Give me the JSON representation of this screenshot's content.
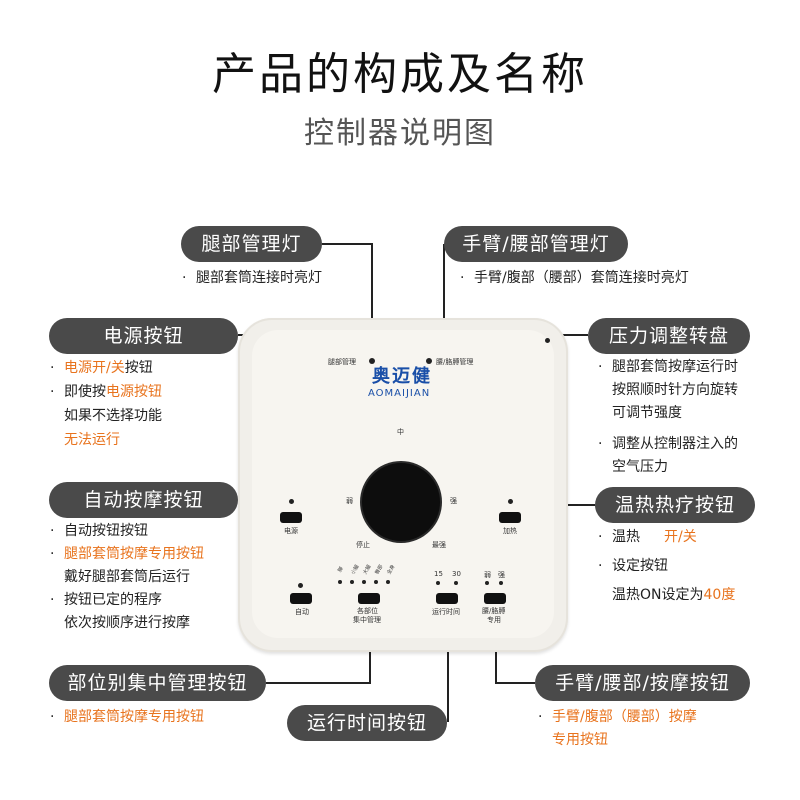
{
  "header": {
    "title": "产品的构成及名称",
    "subtitle": "控制器说明图"
  },
  "labels": {
    "leg_light": "腿部管理灯",
    "arm_light": "手臂/腰部管理灯",
    "power": "电源按钮",
    "pressure": "压力调整转盘",
    "auto": "自动按摩按钮",
    "heat": "温热热疗按钮",
    "zone": "部位别集中管理按钮",
    "arm_massage": "手臂/腰部/按摩按钮",
    "time": "运行时间按钮"
  },
  "notes": {
    "leg_light": [
      "腿部套筒连接时亮灯"
    ],
    "arm_light": [
      "手臂/腹部（腰部）套筒连接时亮灯"
    ],
    "power": {
      "l1_o": "电源开/关",
      "l1_b": "按钮",
      "l2_a": "即使按",
      "l2_o": "电源按钮",
      "l3": "如果不选择功能",
      "l4": "无法运行"
    },
    "pressure": [
      "腿部套筒按摩运行时",
      "按照顺时针方向旋转",
      "可调节强度",
      "调整从控制器注入的",
      "空气压力"
    ],
    "auto": {
      "l1": "自动按钮按钮",
      "l2": "腿部套筒按摩专用按钮",
      "l3": "戴好腿部套筒后运行",
      "l4": "按钮已定的程序",
      "l5": "依次按顺序进行按摩"
    },
    "heat": {
      "l1_a": "温热",
      "l1_o": "开/关",
      "l2": "设定按钮",
      "l3_a": "温热ON设定为",
      "l3_o": "40度"
    },
    "zone": [
      "腿部套筒按摩专用按钮"
    ],
    "arm_massage": [
      "手臂/腹部（腰部）按摩",
      "专用按钮"
    ]
  },
  "device": {
    "brand_cn": "奥迈健",
    "brand_en": "AOMAIJIAN",
    "leg_manage": "腿部管理",
    "arm_manage": "腰/胳膊管理",
    "mid": "中",
    "weak": "弱",
    "strong": "强",
    "stop": "停止",
    "max": "最强",
    "power": "电源",
    "heat": "加热",
    "auto": "自动",
    "zone_1": "各部位",
    "zone_2": "集中管理",
    "time_15": "15",
    "time_30": "30",
    "time": "运行时间",
    "weak2": "弱",
    "strong2": "强",
    "arm_1": "腰/胳膊",
    "arm_2": "专用",
    "zones": [
      "脚",
      "小腿",
      "大腿",
      "臀部",
      "全身"
    ]
  },
  "colors": {
    "accent": "#e8731d",
    "pill": "#4a4a4a",
    "brand": "#1a4fa8",
    "line": "#222222"
  }
}
